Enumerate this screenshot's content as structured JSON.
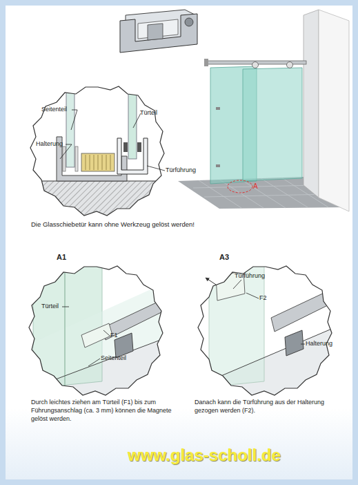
{
  "diagram": {
    "labels": [
      "Seitenteil",
      "Türteil",
      "Halterung",
      "Türführung",
      "A",
      "Die Glasschiebetür kann ohne Werkzeug gelöst werden!",
      "A1",
      "A3",
      "Türteil",
      "F1",
      "Seitenteil",
      "Türführung",
      "F2",
      "Halterung",
      "Durch leichtes ziehen am Türteil (F1) bis zum Führungsanschlag (ca. 3 mm) können die Magnete gelöst werden.",
      "Danach kann die Türführung aus der Halterung gezogen werden (F2).",
      "www.glas-scholl.de"
    ]
  }
}
